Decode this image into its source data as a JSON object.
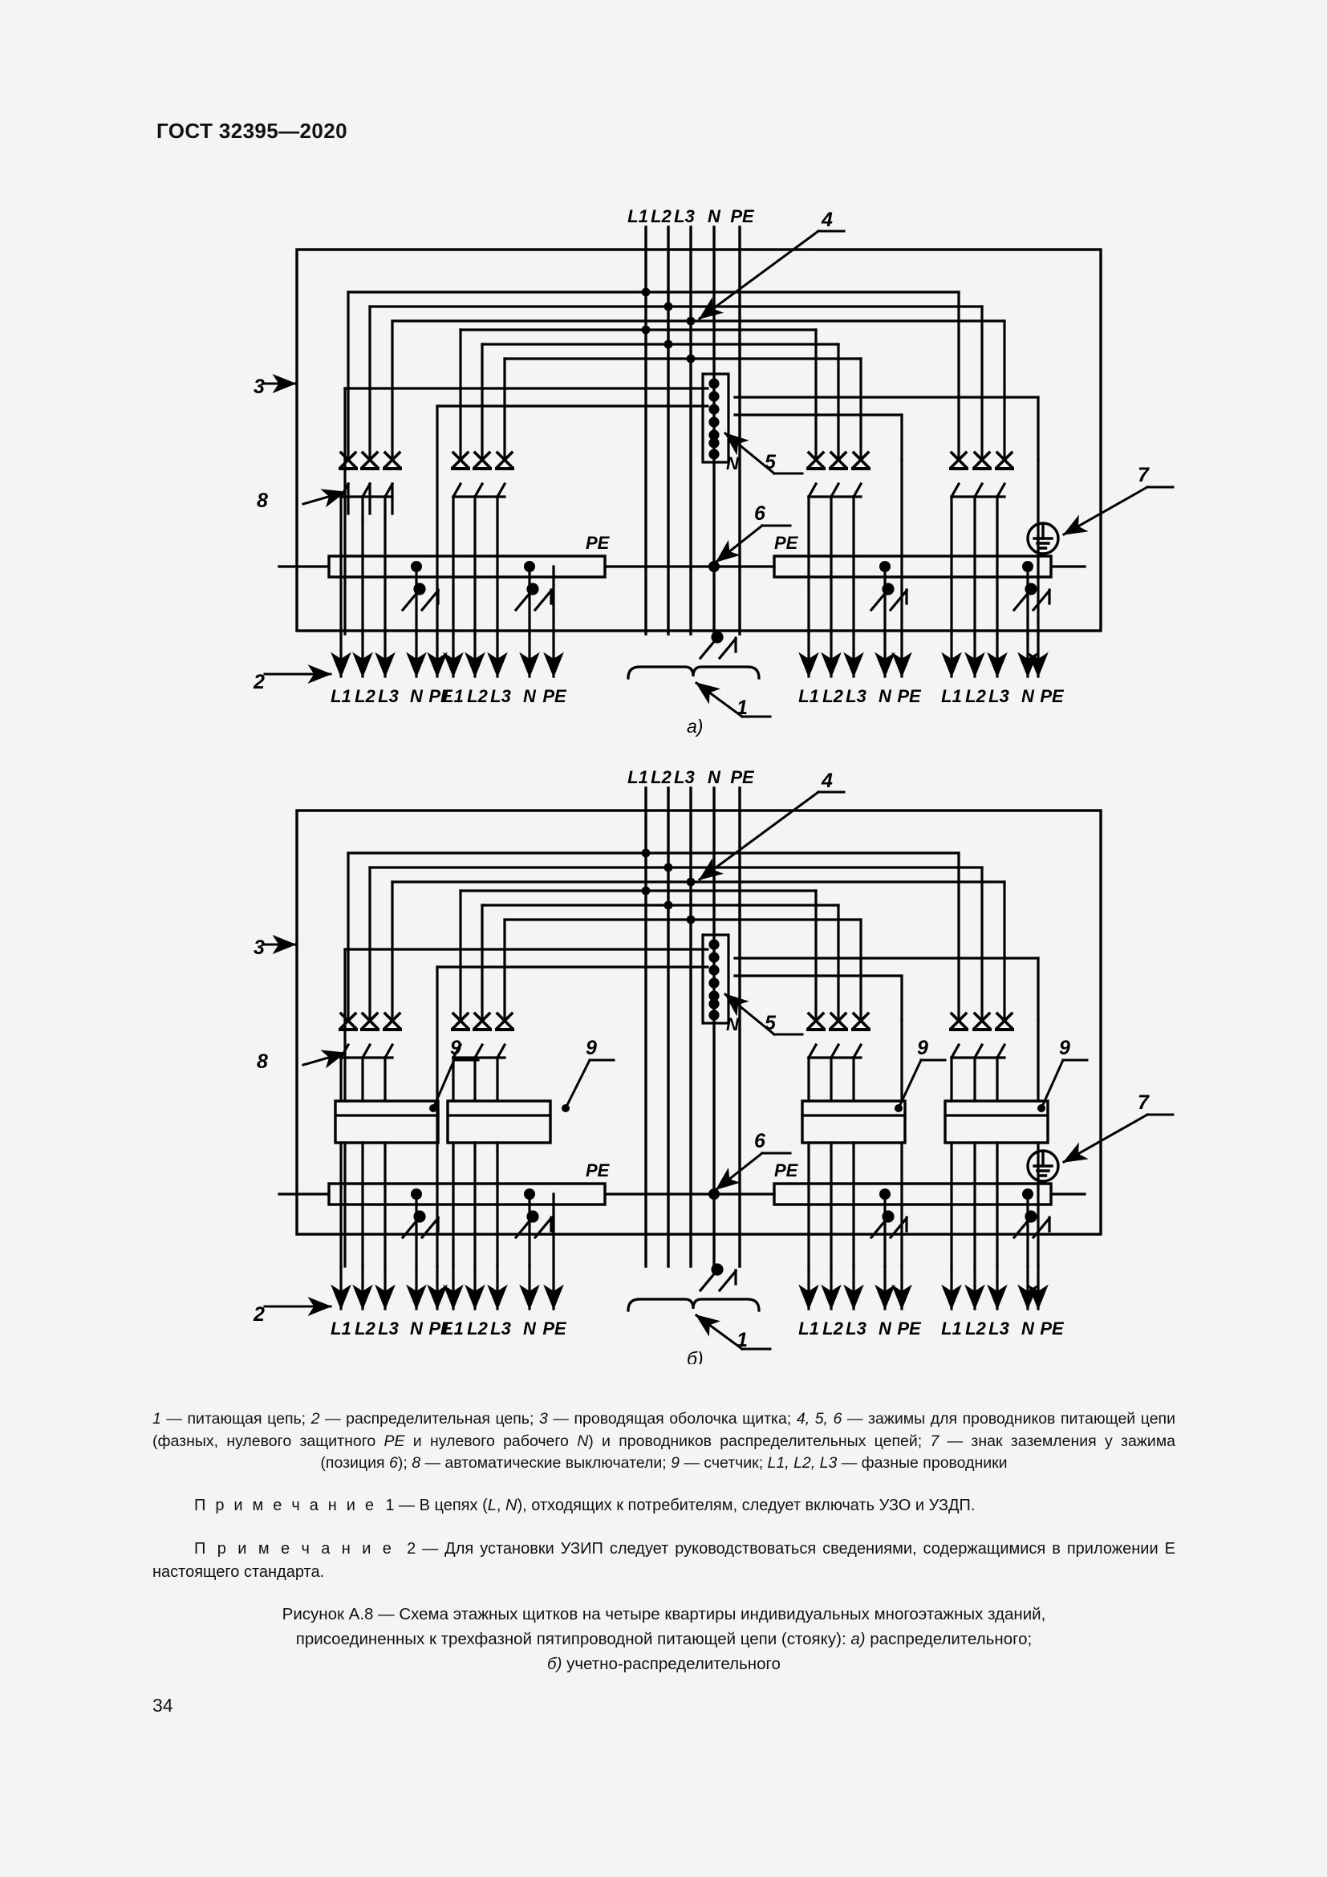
{
  "header": {
    "standard": "ГОСТ 32395—2020"
  },
  "page": {
    "number": "34"
  },
  "figure": {
    "bus_labels": [
      "L1",
      "L2",
      "L3",
      "N",
      "PE"
    ],
    "terminal_block_label": "N",
    "pe_busbar_label": "PE",
    "subfigure_a": "а)",
    "subfigure_b": "б)",
    "markers": {
      "m1": "1",
      "m2": "2",
      "m3": "3",
      "m4": "4",
      "m5": "5",
      "m6": "6",
      "m7": "7",
      "m8": "8",
      "m9": "9"
    }
  },
  "legend": {
    "line1_pre": "1",
    "text": " — питающая цепь; 2 — распределительная цепь; 3 — проводящая оболочка щитка; 4, 5, 6 — зажимы для проводников питающей цепи (фазных, нулевого защитного PE и нулевого рабочего N) и проводников распределительных цепей; 7 — знак заземления у зажима (позиция 6); 8 — автоматические выключатели; 9 — счетчик; L1, L2, L3 — фазные проводники",
    "items": [
      {
        "num": "1",
        "desc": " — питающая цепь; "
      },
      {
        "num": "2",
        "desc": " — распределительная цепь; "
      },
      {
        "num": "3",
        "desc": " — проводящая оболочка щитка; "
      },
      {
        "num": "4, 5, 6",
        "desc": " — зажимы для проводников питающей цепи (фазных, нулевого защитного "
      },
      {
        "num": "PE",
        "desc": " и нулевого рабочего "
      },
      {
        "num": "N",
        "desc": ") и проводников распределительных цепей; "
      },
      {
        "num": "7",
        "desc": " — знак заземления у зажима (позиция "
      },
      {
        "num": "6",
        "desc": "); "
      },
      {
        "num": "8",
        "desc": " — автоматические выключатели; "
      },
      {
        "num": "9",
        "desc": " — счетчик; "
      },
      {
        "num": "L1, L2, L3",
        "desc": " — фазные проводники"
      }
    ]
  },
  "notes": {
    "note1_label": "П р и м е ч а н и е   1",
    "note1_text": " — В цепях (L, N), отходящих к потребителям, следует включать УЗО и УЗДП.",
    "note2_label": "П р и м е ч а н и е   2",
    "note2_text": " — Для установки УЗИП следует руководствоваться сведениями, содержащимися в приложении Е настоящего стандарта."
  },
  "caption": {
    "line1": "Рисунок А.8 — Схема этажных щитков на четыре квартиры индивидуальных многоэтажных зданий,",
    "line2_a": "присоединенных к трехфазной пятипроводной питающей цепи (стояку): ",
    "line2_b": "а)",
    "line2_c": " распределительного;",
    "line3_a": "б)",
    "line3_b": " учетно-распределительного"
  },
  "colors": {
    "ink": "#000000",
    "paper": "#f4f4f4"
  }
}
